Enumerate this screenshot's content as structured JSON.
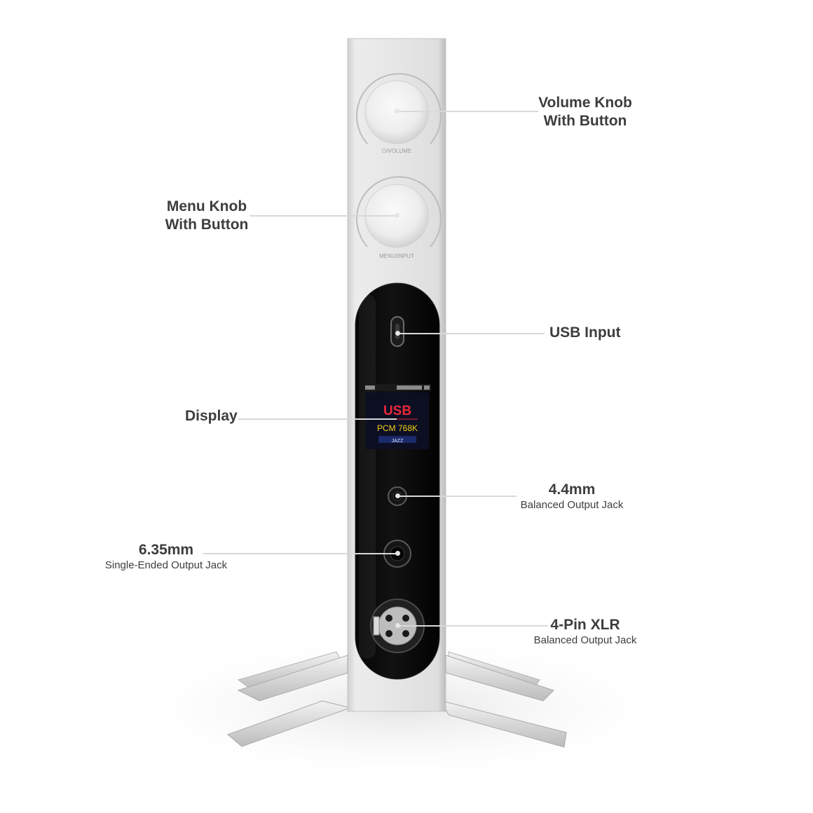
{
  "device": {
    "knob_top_label": "⏻/VOLUME",
    "knob_bottom_label": "MENU/INPUT",
    "screen": {
      "input": "USB",
      "format": "PCM 768K",
      "filter": "JAZZ"
    }
  },
  "callouts": {
    "volume_knob": {
      "line1": "Volume Knob",
      "line2": "With Button"
    },
    "menu_knob": {
      "line1": "Menu Knob",
      "line2": "With Button"
    },
    "usb_input": {
      "title": "USB Input"
    },
    "display": {
      "title": "Display"
    },
    "jack_44": {
      "title": "4.4mm",
      "subtitle": "Balanced Output Jack"
    },
    "jack_635": {
      "title": "6.35mm",
      "subtitle": "Single-Ended Output Jack"
    },
    "xlr": {
      "title": "4-Pin XLR",
      "subtitle": "Balanced Output Jack"
    }
  },
  "colors": {
    "label_text": "#3d3d3d",
    "leader_line": "#d9d9d9",
    "chassis": "#e3e3e3",
    "glass_panel": "#0b0b0b",
    "screen_usb": "#e8283a",
    "screen_pcm": "#f2d21c"
  }
}
